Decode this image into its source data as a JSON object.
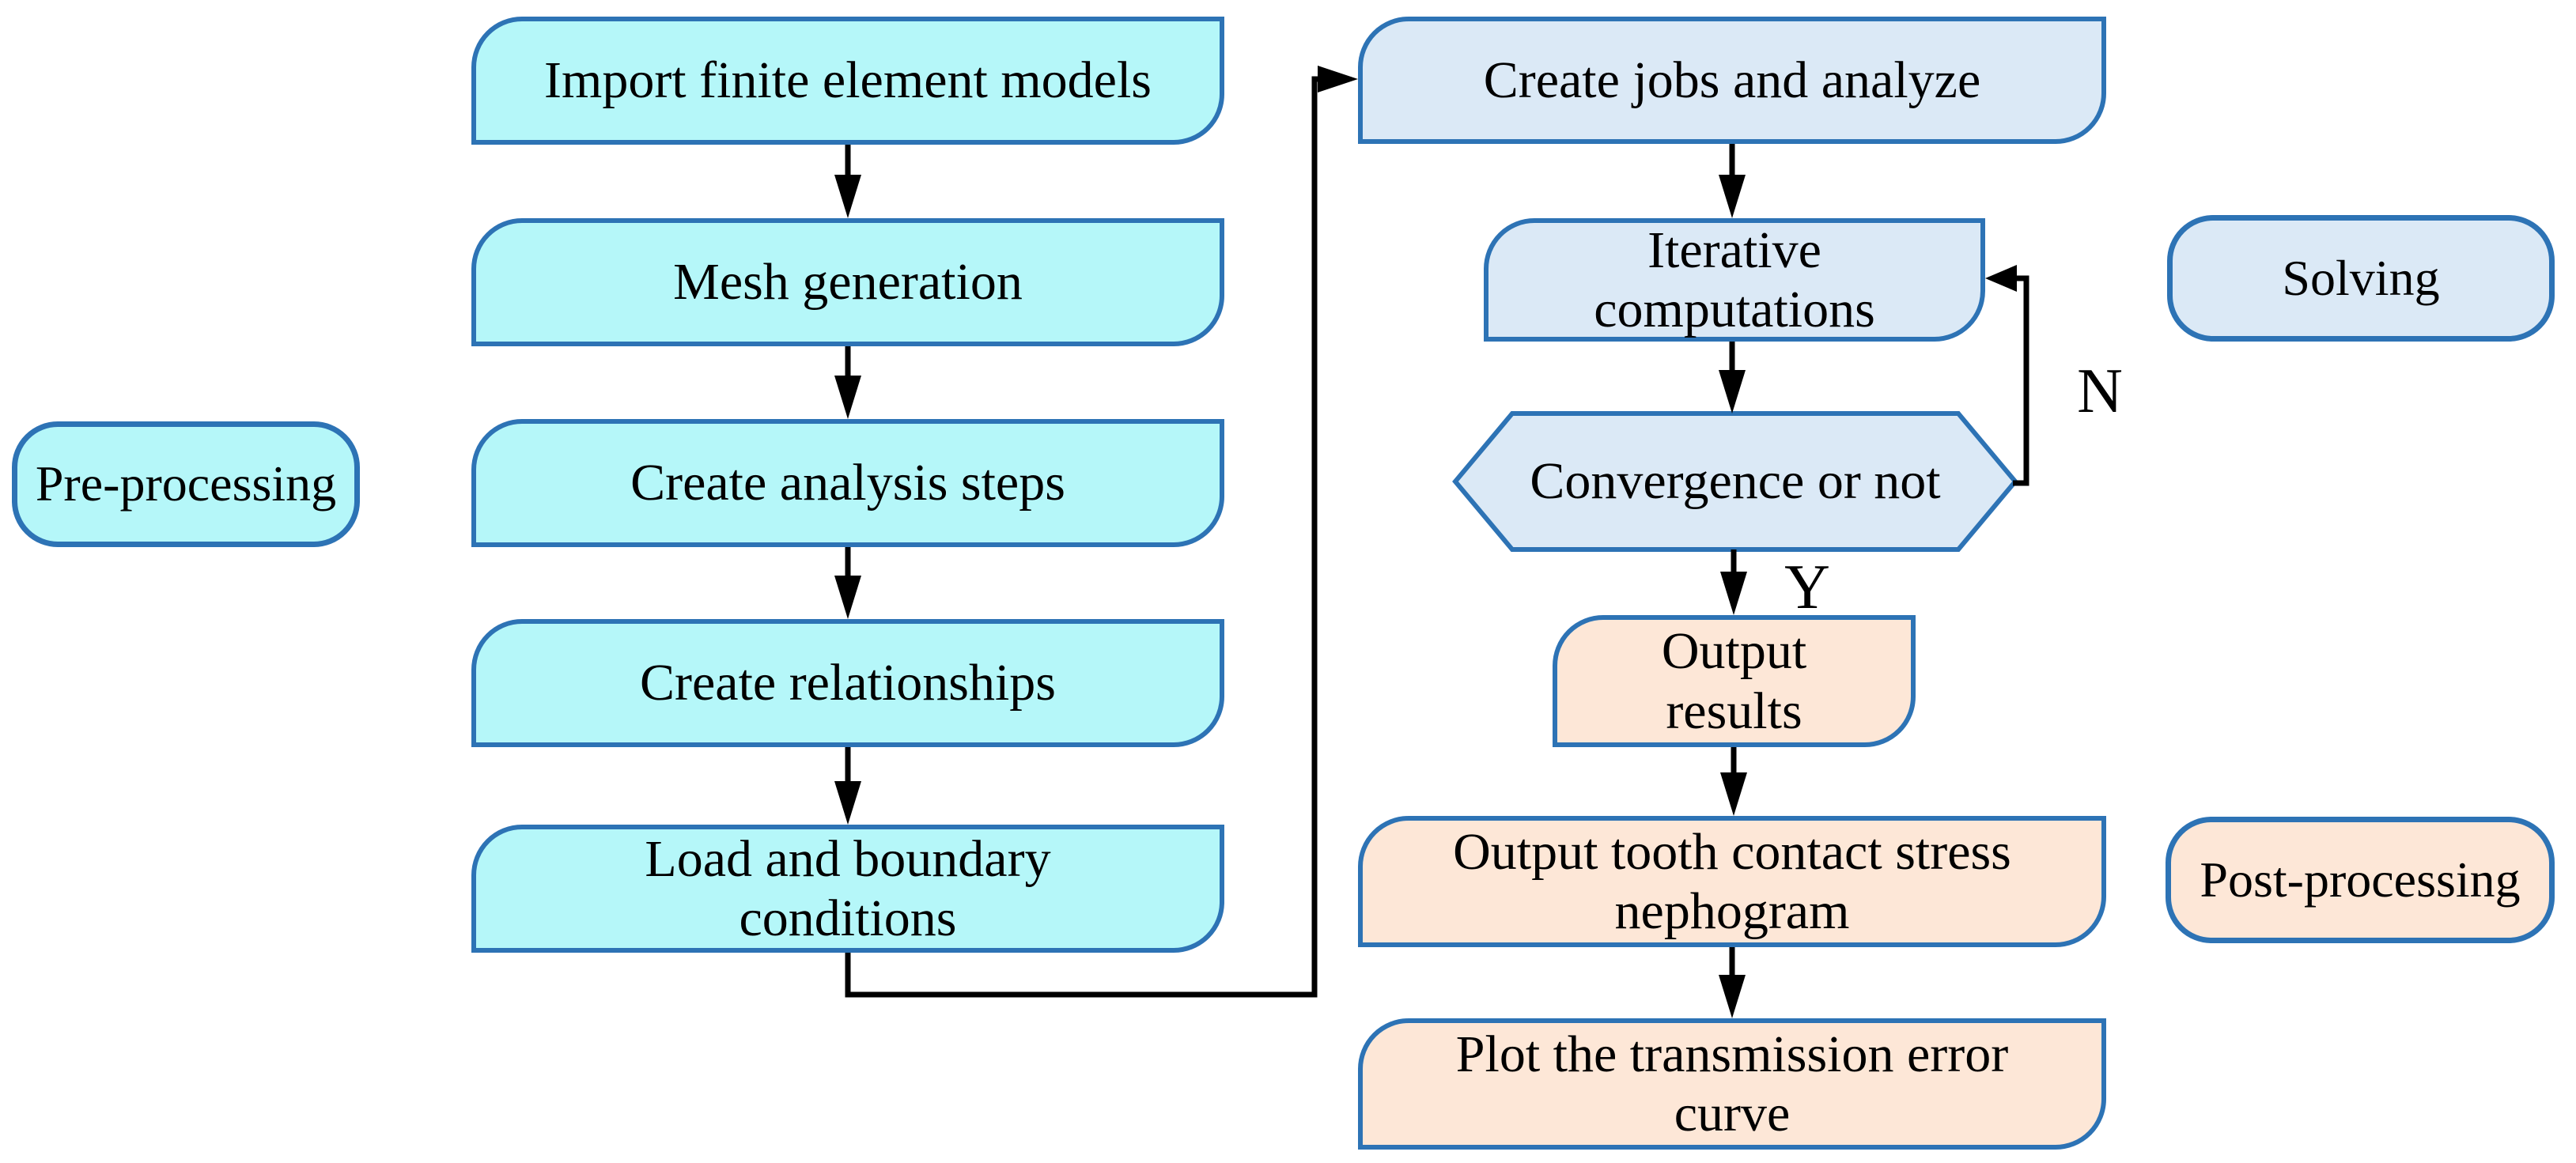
{
  "colors": {
    "cyan_fill": "#b5f7f9",
    "blue_fill": "#dbe9f6",
    "peach_fill": "#fde7d7",
    "border_blue": "#2d73b5",
    "connector_black": "#000000",
    "text_black": "#000000"
  },
  "pre_processing": {
    "group_label": "Pre-processing",
    "steps": [
      "Import finite element models",
      "Mesh generation",
      "Create analysis steps",
      "Create relationships",
      "Load and boundary\nconditions"
    ]
  },
  "solving": {
    "group_label": "Solving",
    "steps": [
      "Create jobs and analyze",
      "Iterative\ncomputations"
    ],
    "decision": {
      "label": "Convergence or not",
      "no_label": "N",
      "yes_label": "Y"
    }
  },
  "post_processing": {
    "group_label": "Post-processing",
    "steps": [
      "Output\nresults",
      "Output tooth contact stress\nnephogram",
      "Plot the transmission error\ncurve"
    ]
  }
}
